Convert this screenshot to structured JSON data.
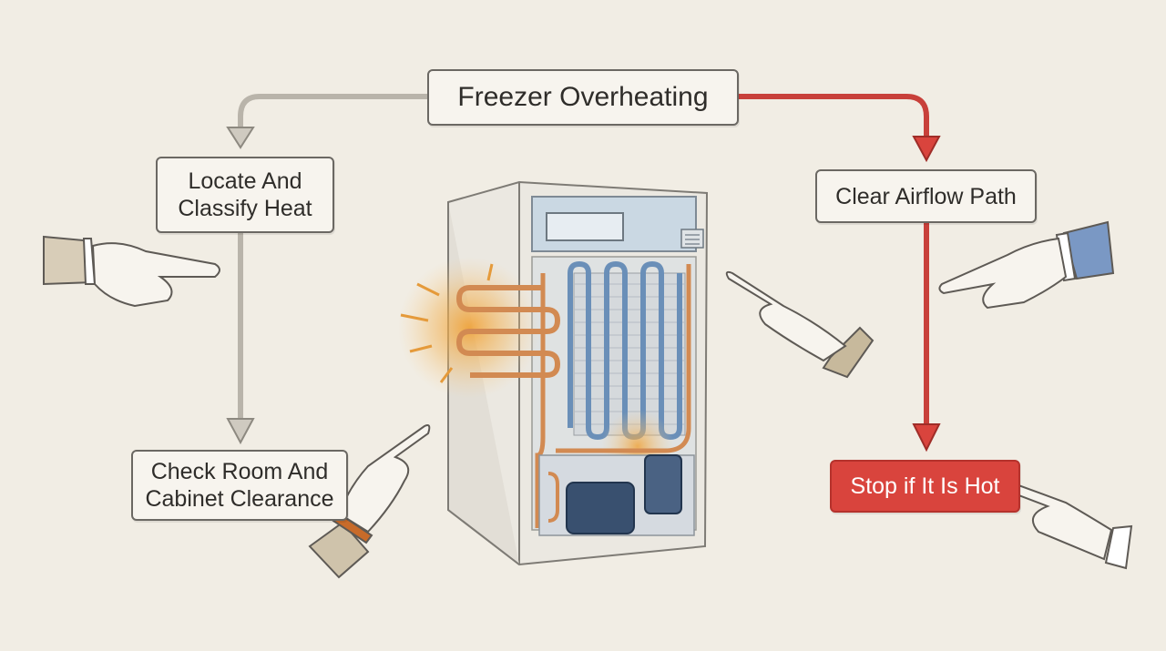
{
  "colors": {
    "background": "#f1ede4",
    "gray_arrow": "#b9b4aa",
    "red_arrow": "#c8403a",
    "stop_fill": "#d9443d",
    "heat_glow": "#f0a033",
    "pipe_copper": "#d28a52",
    "pipe_blue": "#6a8fb8"
  },
  "diagram": {
    "root": {
      "label": "Freezer Overheating"
    },
    "left_branch": {
      "step1": {
        "line1": "Locate And",
        "line2": "Classify Heat"
      },
      "step2": {
        "line1": "Check Room And",
        "line2": "Cabinet Clearance"
      }
    },
    "right_branch": {
      "step1": {
        "label": "Clear Airflow Path"
      },
      "step2": {
        "label": "Stop if It Is Hot"
      }
    }
  },
  "illustration": {
    "subject": "freezer-rear-condenser",
    "icons": [
      "pointing-hand-icon",
      "heat-glow-icon",
      "compressor-icon",
      "fan-vent-icon"
    ]
  }
}
